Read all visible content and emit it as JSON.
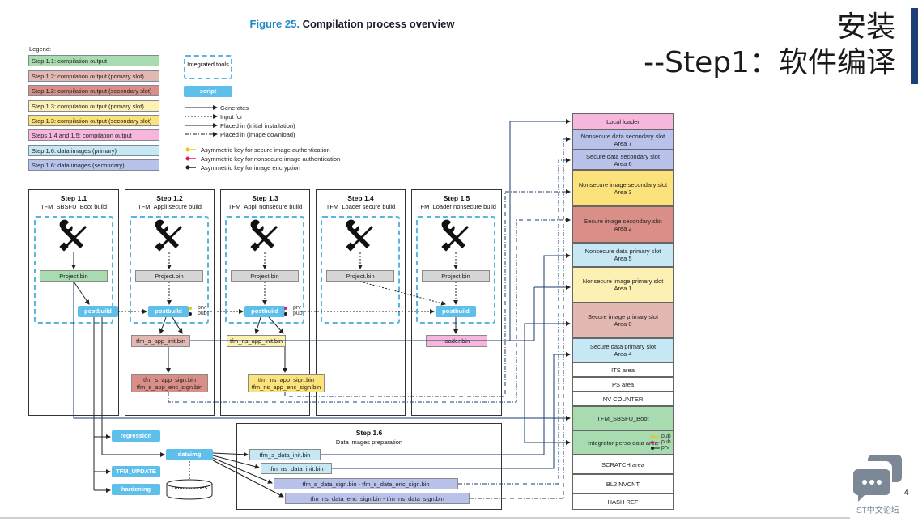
{
  "figure": {
    "number": "Figure 25.",
    "title": "Compilation process overview"
  },
  "slide": {
    "title_line1": "安装",
    "title_line2": "--Step1：软件编译",
    "page_number": "4",
    "watermark": "ST中文论坛"
  },
  "legend": {
    "label": "Legend:",
    "items": [
      {
        "text": "Step 1.1: compilation output",
        "color": "#a8dcb0"
      },
      {
        "text": "Step 1.2: compilation output (primary slot)",
        "color": "#e3b7b2"
      },
      {
        "text": "Step 1.2: compilation output (secondary slot)",
        "color": "#d98f88"
      },
      {
        "text": "Step 1.3: compilation output (primary slot)",
        "color": "#fcf0b2"
      },
      {
        "text": "Step 1.3: compilation output (secondary slot)",
        "color": "#fbe27a"
      },
      {
        "text": "Steps 1.4 and 1.5: compilation output",
        "color": "#f7b7dc"
      },
      {
        "text": "Step 1.6: data images (primary)",
        "color": "#c6e8f4"
      },
      {
        "text": "Step 1.6: data images (secondary)",
        "color": "#b8c2ea"
      }
    ],
    "integrated_tools": "Integrated tools",
    "script": "script",
    "lines": [
      "Generates",
      "Input for",
      "Placed in (initial installation)",
      "Placed in (image download)"
    ],
    "keys": [
      {
        "text": "Asymmetric key for secure image authentication",
        "color": "#f2c200"
      },
      {
        "text": "Asymmetric key for nonsecure image authentication",
        "color": "#e0186c"
      },
      {
        "text": "Asymmetric key for image encryption",
        "color": "#222222"
      }
    ]
  },
  "steps": [
    {
      "title": "Step 1.1",
      "subtitle": "TFM_SBSFU_Boot build",
      "project": "Project.bin",
      "postbuild": "postbuild"
    },
    {
      "title": "Step 1.2",
      "subtitle": "TFM_Appli secure build",
      "project": "Project.bin",
      "postbuild": "postbuild",
      "bin1": "tfm_s_app_init.bin",
      "bin2a": "tfm_s_app_sign.bin",
      "bin2b": "tfm_s_app_enc_sign.bin"
    },
    {
      "title": "Step 1.3",
      "subtitle": "TFM_Appli nonsecure build",
      "project": "Project.bin",
      "postbuild": "postbuild",
      "bin1": "tfm_ns_app_init.bin",
      "bin2a": "tfm_ns_app_sign.bin",
      "bin2b": "tfm_ns_app_enc_sign.bin"
    },
    {
      "title": "Step 1.4",
      "subtitle": "TFM_Loader secure build",
      "project": "Project.bin"
    },
    {
      "title": "Step 1.5",
      "subtitle": "TFM_Loader nonsecure build",
      "project": "Project.bin",
      "postbuild": "postbuild",
      "bin1": "loader.bin"
    }
  ],
  "key_labels": {
    "prv": "prv",
    "pub": "pub"
  },
  "step16": {
    "title": "Step 1.6",
    "subtitle": "Data images preparation",
    "bins": [
      "tfm_s_data_init.bin",
      "tfm_ns_data_init.bin",
      "tfm_s_data_sign.bin - tfm_s_data_enc_sign.bin",
      "tfm_ns_data_enc_sign.bin - tfm_ns_data_sign.bin"
    ]
  },
  "tools": {
    "regression": "regression",
    "dataimg": "dataimg",
    "update": "TFM_UPDATE",
    "hardening": "hardening",
    "data_binaries": "Data binaries"
  },
  "memory": [
    {
      "l1": "Local loader",
      "l2": "",
      "color": "#f7b7dc"
    },
    {
      "l1": "Nonsecure data secondary slot",
      "l2": "Area 7",
      "color": "#b8c2ea"
    },
    {
      "l1": "Secure data secondary slot",
      "l2": "Area 6",
      "color": "#b8c2ea"
    },
    {
      "l1": "Nonsecure image secondary slot",
      "l2": "Area 3",
      "color": "#fbe27a"
    },
    {
      "l1": "Secure image secondary slot",
      "l2": "Area 2",
      "color": "#d98f88"
    },
    {
      "l1": "Nonsecure data primary slot",
      "l2": "Area 5",
      "color": "#c6e8f4"
    },
    {
      "l1": "Nonsecure image primary slot",
      "l2": "Area 1",
      "color": "#fcf0b2"
    },
    {
      "l1": "Secure image primary slot",
      "l2": "Area 0",
      "color": "#e3b7b2"
    },
    {
      "l1": "Secure data primary slot",
      "l2": "Area 4",
      "color": "#c6e8f4"
    },
    {
      "l1": "ITS area",
      "l2": "",
      "color": "#ffffff"
    },
    {
      "l1": "PS area",
      "l2": "",
      "color": "#ffffff"
    },
    {
      "l1": "NV COUNTER",
      "l2": "",
      "color": "#ffffff"
    },
    {
      "l1": "TFM_SBSFU_Boot",
      "l2": "",
      "color": "#a8dcb0"
    },
    {
      "l1": "Integrator perso data area",
      "l2": "",
      "color": "#a8dcb0"
    },
    {
      "l1": "SCRATCH area",
      "l2": "",
      "color": "#ffffff"
    },
    {
      "l1": "BL2 NVCNT",
      "l2": "",
      "color": "#ffffff"
    },
    {
      "l1": "HASH REF",
      "l2": "",
      "color": "#ffffff"
    }
  ]
}
